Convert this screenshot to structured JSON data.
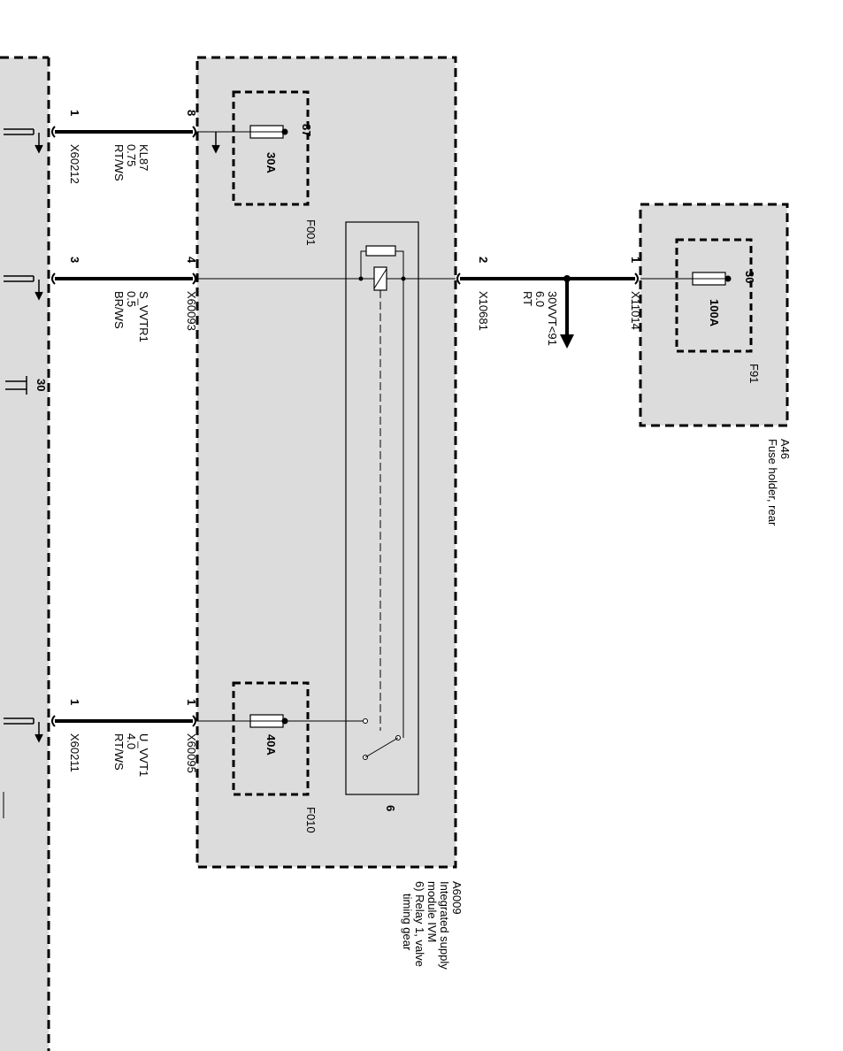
{
  "left_module": {
    "pins": [
      "1",
      "3",
      "1"
    ],
    "connectors": [
      "X60212",
      "X60211"
    ],
    "terminal_30": "30"
  },
  "wires": {
    "top": {
      "signal": "KL87",
      "gauge": "0.75",
      "color": "RT/WS"
    },
    "middle": {
      "signal": "S_VVTR1",
      "gauge": "0.5",
      "color": "BR/WS"
    },
    "bottom": {
      "signal": "U_VVT1",
      "gauge": "4.0",
      "color": "RT/WS"
    },
    "right": {
      "signal": "30VVT<91",
      "gauge": "6.0",
      "color": "RT"
    }
  },
  "ivm": {
    "designation": "A6009",
    "description": [
      "Integrated supply",
      "module IVM",
      "6) Relay 1, valve",
      "timing gear"
    ],
    "pins": [
      "8",
      "4",
      "1",
      "2"
    ],
    "connectors": [
      "X60093",
      "X60095",
      "X10681"
    ],
    "fuse_f001": {
      "name": "F001",
      "rating": "30A",
      "terminal": "87"
    },
    "fuse_f010": {
      "name": "F010",
      "rating": "40A"
    },
    "relay_label": "6"
  },
  "fuse_holder": {
    "designation": "A46",
    "description": "Fuse holder, rear",
    "pin": "1",
    "connector": "X11014",
    "fuse": {
      "name": "F91",
      "rating": "100A",
      "terminal": "30"
    }
  }
}
